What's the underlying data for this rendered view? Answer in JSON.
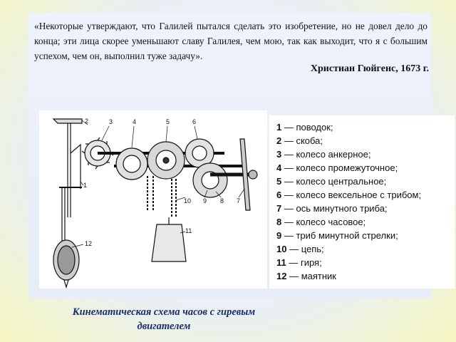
{
  "quote": {
    "text": "«Некоторые утверждают, что Галилей пытался сделать это изобретение, но не довел дело до конца; эти лица скорее уменьшают славу Галилея, чем мою, так как выходит, что я с большим успехом, чем он, выполнил туже задачу».",
    "author": "Христиан Гюйгенс, 1673 г."
  },
  "diagram": {
    "labels": [
      "1",
      "2",
      "3",
      "4",
      "5",
      "6",
      "7",
      "8",
      "9",
      "10",
      "11",
      "12"
    ]
  },
  "legend": [
    {
      "num": "1",
      "text": " — поводок;"
    },
    {
      "num": "2",
      "text": " — скоба;"
    },
    {
      "num": "3",
      "text": " — колесо анкерное;"
    },
    {
      "num": "4",
      "text": " — колесо промежуточное;"
    },
    {
      "num": "5",
      "text": " — колесо центральное;"
    },
    {
      "num": "6",
      "text": " — колесо вексельное с трибом;"
    },
    {
      "num": "7",
      "text": " — ось минутного триба;"
    },
    {
      "num": "8",
      "text": " — колесо часовое;"
    },
    {
      "num": "9",
      "text": " — триб минутной стрелки;"
    },
    {
      "num": "10",
      "text": " — цепь;"
    },
    {
      "num": "11",
      "text": " — гиря;"
    },
    {
      "num": "12",
      "text": " — маятник"
    }
  ],
  "caption": {
    "line1": "Кинематическая схема часов с гиревым",
    "line2": "двигателем"
  }
}
